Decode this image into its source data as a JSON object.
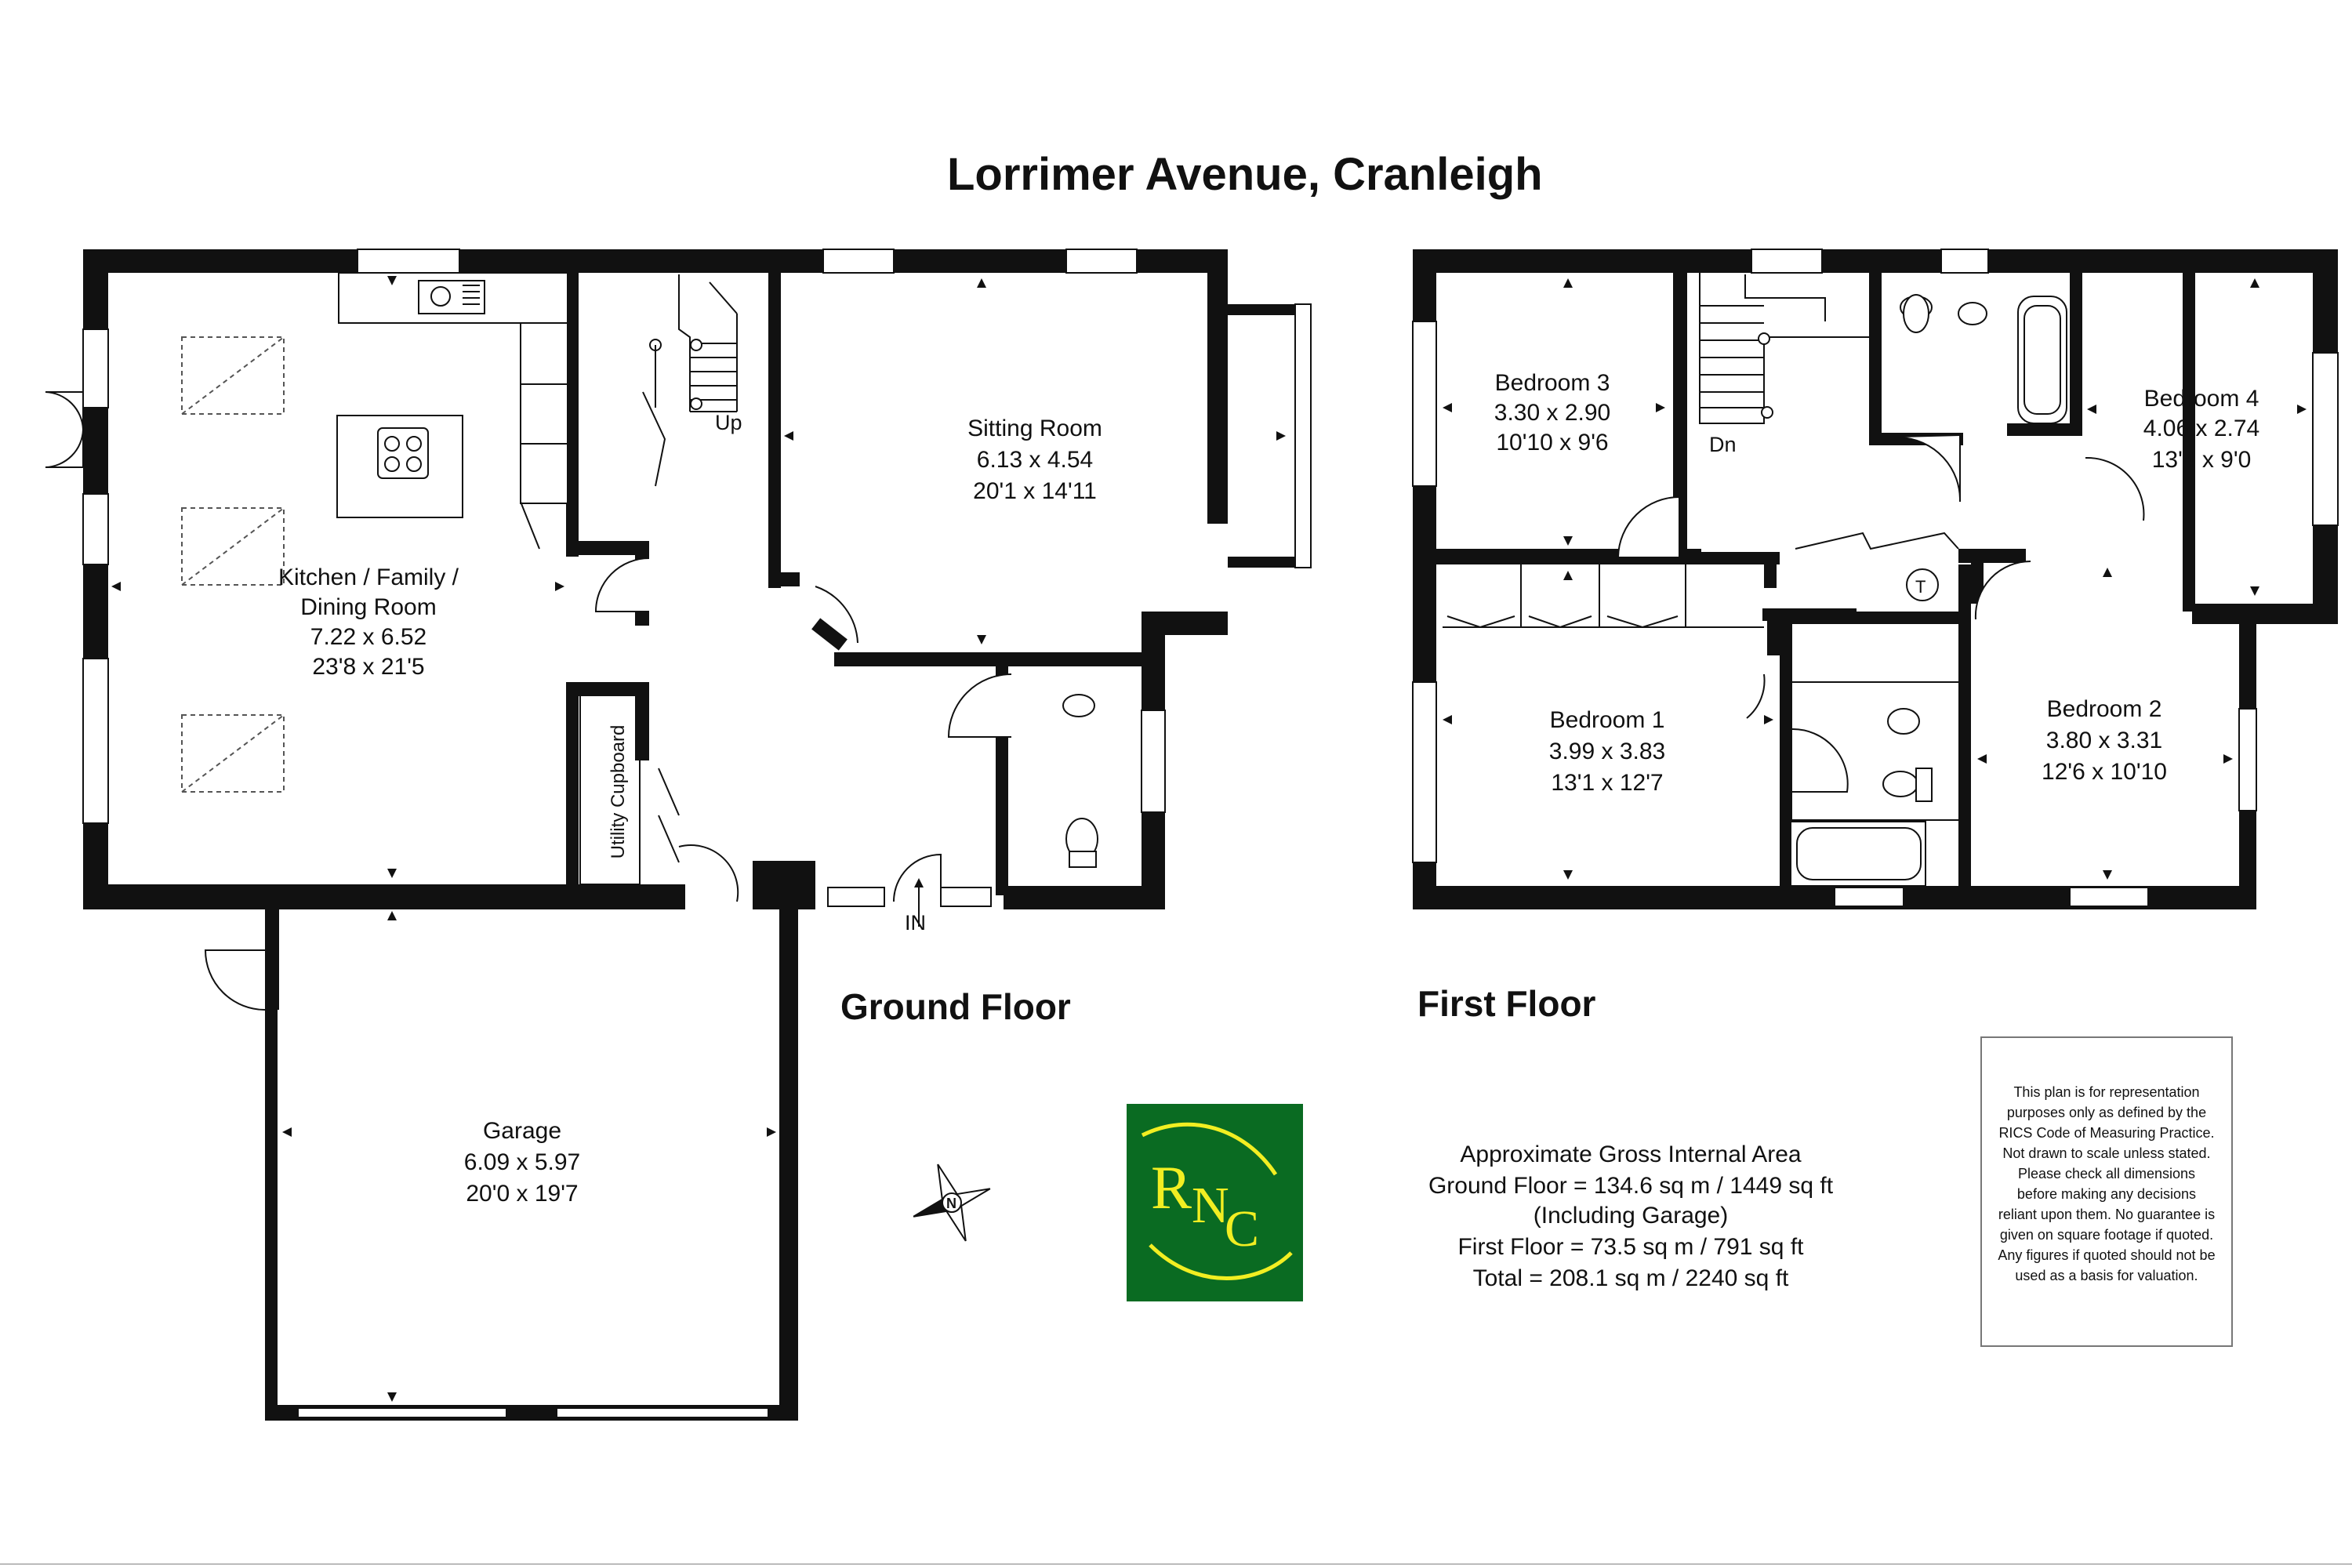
{
  "title": "Lorrimer Avenue, Cranleigh",
  "ground_floor": {
    "label": "Ground Floor",
    "up_label": "Up",
    "in_label": "IN",
    "rooms": {
      "kitchen": {
        "name_line1": "Kitchen / Family /",
        "name_line2": "Dining Room",
        "metric": "7.22 x 6.52",
        "imperial": "23'8 x 21'5"
      },
      "sitting": {
        "name": "Sitting Room",
        "metric": "6.13 x 4.54",
        "imperial": "20'1 x 14'11"
      },
      "utility": {
        "name": "Utility Cupboard"
      },
      "garage": {
        "name": "Garage",
        "metric": "6.09 x 5.97",
        "imperial": "20'0 x 19'7"
      }
    }
  },
  "first_floor": {
    "label": "First Floor",
    "dn_label": "Dn",
    "t_label": "T",
    "rooms": {
      "bedroom3": {
        "name": "Bedroom 3",
        "metric": "3.30 x 2.90",
        "imperial": "10'10 x 9'6"
      },
      "bedroom4": {
        "name": "Bedroom 4",
        "metric": "4.06 x 2.74",
        "imperial": "13'4 x 9'0"
      },
      "bedroom1": {
        "name": "Bedroom 1",
        "metric": "3.99 x 3.83",
        "imperial": "13'1 x 12'7"
      },
      "bedroom2": {
        "name": "Bedroom 2",
        "metric": "3.80 x 3.31",
        "imperial": "12'6 x 10'10"
      }
    }
  },
  "area_summary": {
    "line1": "Approximate Gross Internal Area",
    "line2": "Ground Floor = 134.6 sq m / 1449 sq ft",
    "line3": "(Including Garage)",
    "line4": "First Floor = 73.5 sq m / 791 sq ft",
    "line5": "Total = 208.1 sq m / 2240 sq ft"
  },
  "compass": {
    "letter": "N"
  },
  "logo": {
    "r": "R",
    "n": "N",
    "c": "C",
    "background": "#0a6b22",
    "foreground": "#f2ee22"
  },
  "disclaimer": "This plan is for representation purposes only as defined by the RICS Code of Measuring Practice. Not drawn to scale unless stated. Please check all dimensions before making any decisions reliant upon them. No guarantee is given on square footage if quoted. Any figures if quoted should not be used as a basis for valuation."
}
